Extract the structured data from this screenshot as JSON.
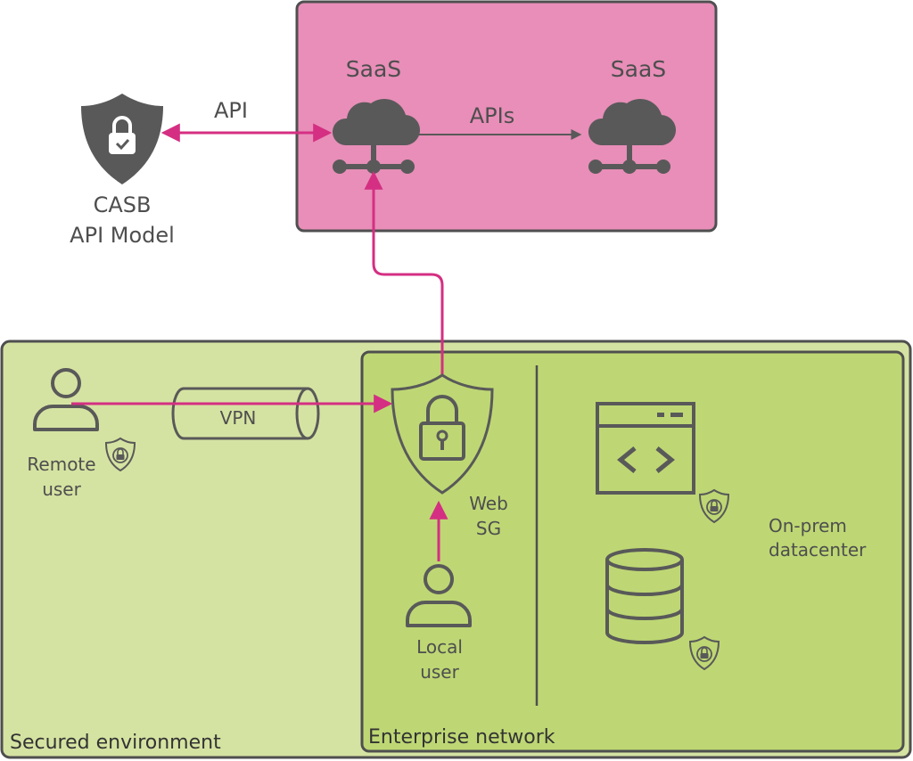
{
  "colors": {
    "saas_bg": "#e88eb8",
    "secured_bg": "#d5e3a2",
    "enterprise_bg": "#bed774",
    "border": "#4f4f4f",
    "icon": "#595959",
    "arrow": "#d42f82"
  },
  "saas_left": {
    "label": "SaaS",
    "icon": "cloud-network-icon"
  },
  "saas_right": {
    "label": "SaaS",
    "icon": "cloud-network-icon"
  },
  "apis_label": "APIs",
  "api_label": "API",
  "casb": {
    "line1": "CASB",
    "line2": "API Model",
    "icon": "shield-lock-icon"
  },
  "secured_env_label": "Secured environment",
  "enterprise_label": "Enterprise network",
  "remote_user": {
    "line1": "Remote",
    "line2": "user",
    "icon": "user-icon"
  },
  "vpn_label": "VPN",
  "web_sg": {
    "line1": "Web",
    "line2": "SG",
    "icon": "shield-lock-icon"
  },
  "local_user": {
    "line1": "Local",
    "line2": "user",
    "icon": "user-icon"
  },
  "datacenter": {
    "line1": "On-prem",
    "line2": "datacenter",
    "icons": [
      "code-window-icon",
      "database-icon"
    ]
  }
}
